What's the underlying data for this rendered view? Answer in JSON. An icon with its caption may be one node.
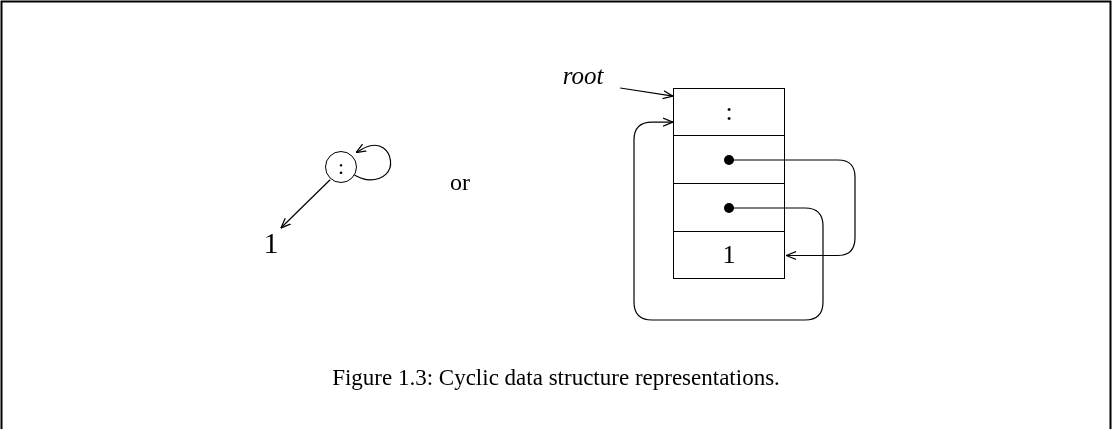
{
  "diagram": {
    "caption": "Figure 1.3: Cyclic data structure representations.",
    "nodes": [
      {
        "text": [
          ":"
        ]
      },
      {
        "text": [
          "1"
        ]
      },
      {
        "text": [
          "root"
        ]
      },
      {
        "text": [
          ":"
        ]
      },
      {
        "text": [],
        "shape": "box"
      },
      {
        "text": [],
        "shape": "box"
      },
      {
        "text": [
          "1"
        ]
      }
    ],
    "edges": [
      {
        "from": 0,
        "to": 0,
        "arrow": "to"
      },
      {
        "from": 0,
        "to": 1,
        "arrow": "to"
      },
      {
        "from": 2,
        "to": 3,
        "arrow": "to"
      },
      {
        "from": 4,
        "to": 6,
        "arrow": "to"
      },
      {
        "from": 5,
        "to": 3,
        "arrow": "to"
      }
    ],
    "labels": [
      "or"
    ]
  }
}
